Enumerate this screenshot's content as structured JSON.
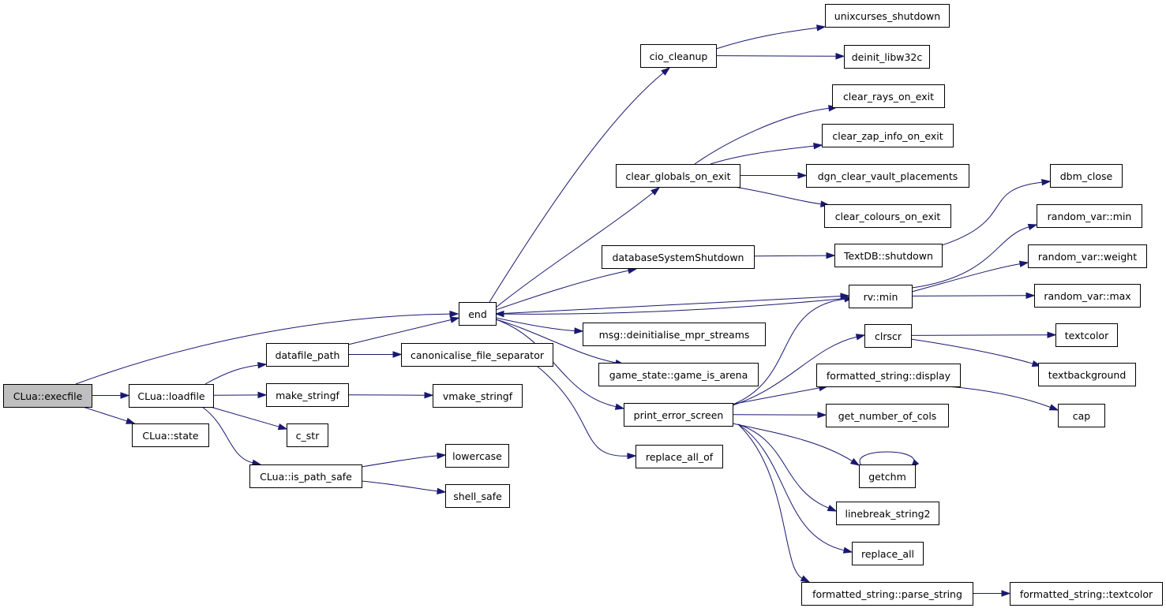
{
  "graph": {
    "edge_color": "#191970",
    "root_fill": "#bfbfbf",
    "nodes": [
      {
        "id": "execfile",
        "label": "CLua::execfile",
        "root": true
      },
      {
        "id": "loadfile",
        "label": "CLua::loadfile"
      },
      {
        "id": "state",
        "label": "CLua::state"
      },
      {
        "id": "datafile_path",
        "label": "datafile_path"
      },
      {
        "id": "make_stringf",
        "label": "make_stringf"
      },
      {
        "id": "c_str",
        "label": "c_str"
      },
      {
        "id": "is_path_safe",
        "label": "CLua::is_path_safe"
      },
      {
        "id": "canonicalise",
        "label": "canonicalise_file_separator"
      },
      {
        "id": "vmake_stringf",
        "label": "vmake_stringf"
      },
      {
        "id": "lowercase",
        "label": "lowercase"
      },
      {
        "id": "shell_safe",
        "label": "shell_safe"
      },
      {
        "id": "replace_all_of",
        "label": "replace_all_of"
      },
      {
        "id": "end",
        "label": "end"
      },
      {
        "id": "cio_cleanup",
        "label": "cio_cleanup"
      },
      {
        "id": "clear_globals",
        "label": "clear_globals_on_exit"
      },
      {
        "id": "db_shutdown",
        "label": "databaseSystemShutdown"
      },
      {
        "id": "msg_deinit",
        "label": "msg::deinitialise_mpr_streams"
      },
      {
        "id": "game_is_arena",
        "label": "game_state::game_is_arena"
      },
      {
        "id": "print_error",
        "label": "print_error_screen"
      },
      {
        "id": "unixcurses",
        "label": "unixcurses_shutdown"
      },
      {
        "id": "deinit_libw32c",
        "label": "deinit_libw32c"
      },
      {
        "id": "clear_rays",
        "label": "clear_rays_on_exit"
      },
      {
        "id": "clear_zap",
        "label": "clear_zap_info_on_exit"
      },
      {
        "id": "dgn_clear",
        "label": "dgn_clear_vault_placements"
      },
      {
        "id": "clear_colours",
        "label": "clear_colours_on_exit"
      },
      {
        "id": "textdb_shutdown",
        "label": "TextDB::shutdown"
      },
      {
        "id": "rv_min",
        "label": "rv::min"
      },
      {
        "id": "clrscr",
        "label": "clrscr"
      },
      {
        "id": "fs_display",
        "label": "formatted_string::display"
      },
      {
        "id": "get_cols",
        "label": "get_number_of_cols"
      },
      {
        "id": "getchm",
        "label": "getchm"
      },
      {
        "id": "linebreak",
        "label": "linebreak_string2"
      },
      {
        "id": "replace_all",
        "label": "replace_all"
      },
      {
        "id": "fs_parse",
        "label": "formatted_string::parse_string"
      },
      {
        "id": "dbm_close",
        "label": "dbm_close"
      },
      {
        "id": "rv_var_min",
        "label": "random_var::min"
      },
      {
        "id": "rv_weight",
        "label": "random_var::weight"
      },
      {
        "id": "rv_max",
        "label": "random_var::max"
      },
      {
        "id": "textcolor",
        "label": "textcolor"
      },
      {
        "id": "textbackground",
        "label": "textbackground"
      },
      {
        "id": "cap",
        "label": "cap"
      },
      {
        "id": "fs_textcolor",
        "label": "formatted_string::textcolor"
      }
    ],
    "edges": [
      [
        "execfile",
        "end"
      ],
      [
        "execfile",
        "loadfile"
      ],
      [
        "execfile",
        "state"
      ],
      [
        "loadfile",
        "datafile_path"
      ],
      [
        "loadfile",
        "make_stringf"
      ],
      [
        "loadfile",
        "c_str"
      ],
      [
        "loadfile",
        "is_path_safe"
      ],
      [
        "datafile_path",
        "end"
      ],
      [
        "datafile_path",
        "canonicalise"
      ],
      [
        "make_stringf",
        "vmake_stringf"
      ],
      [
        "canonicalise",
        "replace_all_of"
      ],
      [
        "is_path_safe",
        "lowercase"
      ],
      [
        "is_path_safe",
        "shell_safe"
      ],
      [
        "end",
        "cio_cleanup"
      ],
      [
        "end",
        "clear_globals"
      ],
      [
        "end",
        "db_shutdown"
      ],
      [
        "end",
        "rv_min"
      ],
      [
        "end",
        "msg_deinit"
      ],
      [
        "end",
        "game_is_arena"
      ],
      [
        "end",
        "print_error"
      ],
      [
        "cio_cleanup",
        "unixcurses"
      ],
      [
        "cio_cleanup",
        "deinit_libw32c"
      ],
      [
        "clear_globals",
        "clear_rays"
      ],
      [
        "clear_globals",
        "clear_zap"
      ],
      [
        "clear_globals",
        "dgn_clear"
      ],
      [
        "clear_globals",
        "clear_colours"
      ],
      [
        "db_shutdown",
        "textdb_shutdown"
      ],
      [
        "textdb_shutdown",
        "dbm_close"
      ],
      [
        "rv_min",
        "end"
      ],
      [
        "rv_min",
        "rv_var_min"
      ],
      [
        "rv_min",
        "rv_weight"
      ],
      [
        "rv_min",
        "rv_max"
      ],
      [
        "print_error",
        "rv_min"
      ],
      [
        "print_error",
        "clrscr"
      ],
      [
        "print_error",
        "fs_display"
      ],
      [
        "print_error",
        "get_cols"
      ],
      [
        "print_error",
        "getchm"
      ],
      [
        "print_error",
        "linebreak"
      ],
      [
        "print_error",
        "replace_all"
      ],
      [
        "print_error",
        "fs_parse"
      ],
      [
        "clrscr",
        "textcolor"
      ],
      [
        "clrscr",
        "textbackground"
      ],
      [
        "fs_display",
        "cap"
      ],
      [
        "getchm",
        "getchm"
      ],
      [
        "fs_parse",
        "fs_textcolor"
      ]
    ]
  }
}
